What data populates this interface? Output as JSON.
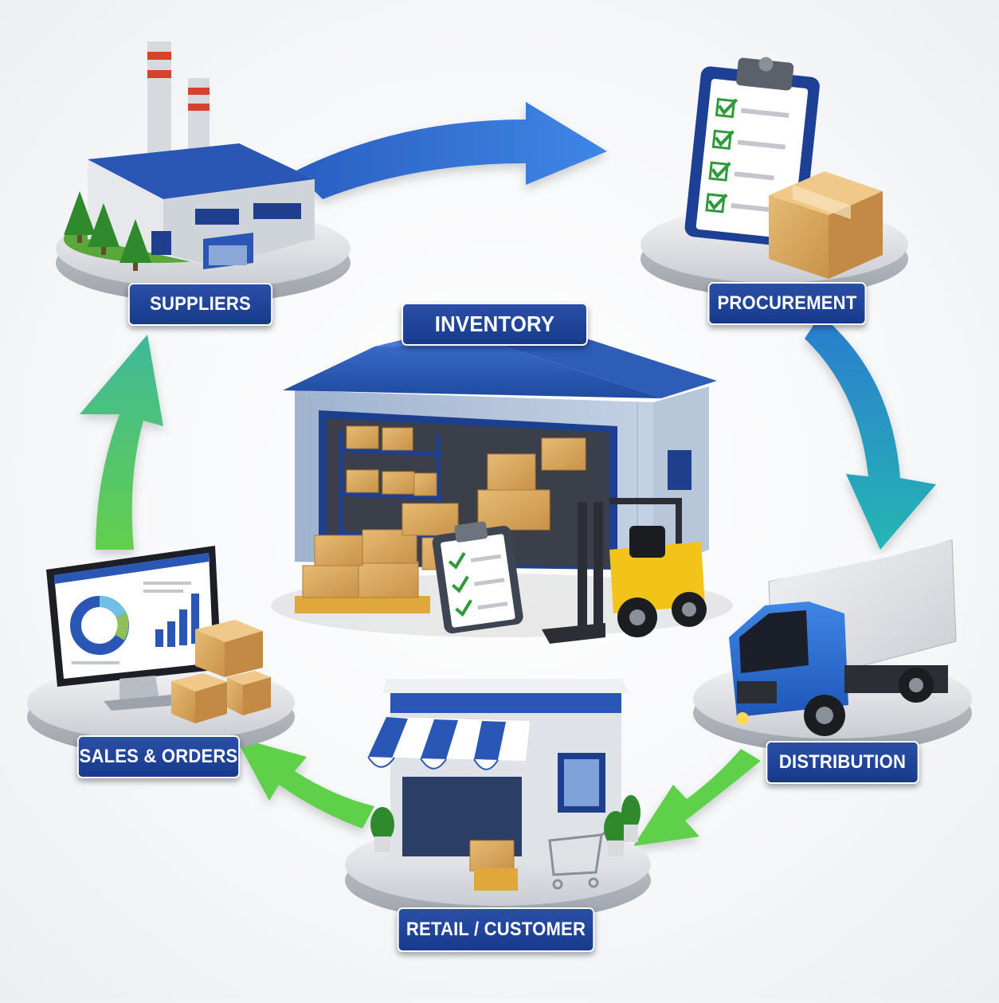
{
  "diagram": {
    "center_title": "INVENTORY",
    "nodes": [
      {
        "id": "suppliers",
        "label": "SUPPLIERS"
      },
      {
        "id": "procurement",
        "label": "PROCUREMENT"
      },
      {
        "id": "distribution",
        "label": "DISTRIBUTION"
      },
      {
        "id": "retail",
        "label": "RETAIL / CUSTOMER"
      },
      {
        "id": "sales",
        "label": "SALES & ORDERS"
      }
    ],
    "flow_order": [
      "suppliers",
      "procurement",
      "distribution",
      "retail",
      "sales",
      "suppliers"
    ]
  },
  "colors": {
    "brand_blue": "#1d3f94",
    "arrow_blue": "#2f6fd6",
    "arrow_teal": "#2fa6c9",
    "arrow_green": "#55c94a",
    "box_tan": "#d9a85b",
    "forklift_yellow": "#f2c318",
    "platform_grey": "#d7d9dd"
  }
}
